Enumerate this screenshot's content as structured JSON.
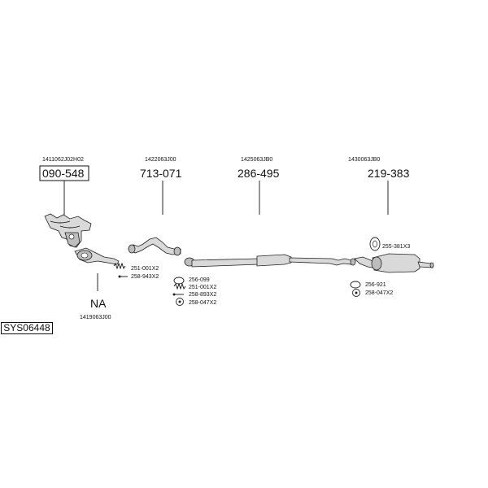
{
  "groups": [
    {
      "ref": "1411062J02H02",
      "number": "090-548",
      "boxed": true
    },
    {
      "ref": "1422063J00",
      "number": "713-071"
    },
    {
      "ref": "1425063JB0",
      "number": "286-495"
    },
    {
      "ref": "1430063JB0",
      "number": "219-383"
    }
  ],
  "na": {
    "label": "NA",
    "ref": "1419063J00"
  },
  "callouts": {
    "front_a": "251-001X2",
    "front_b": "258-943X2",
    "mid_a": "256-099",
    "mid_b": "251-001X2",
    "mid_c": "258-893X2",
    "mid_d": "258-047X2",
    "rear_hanger": "255-381X3",
    "rear_a": "256-921",
    "rear_b": "258-047X2"
  },
  "system_id": "SYS06448"
}
